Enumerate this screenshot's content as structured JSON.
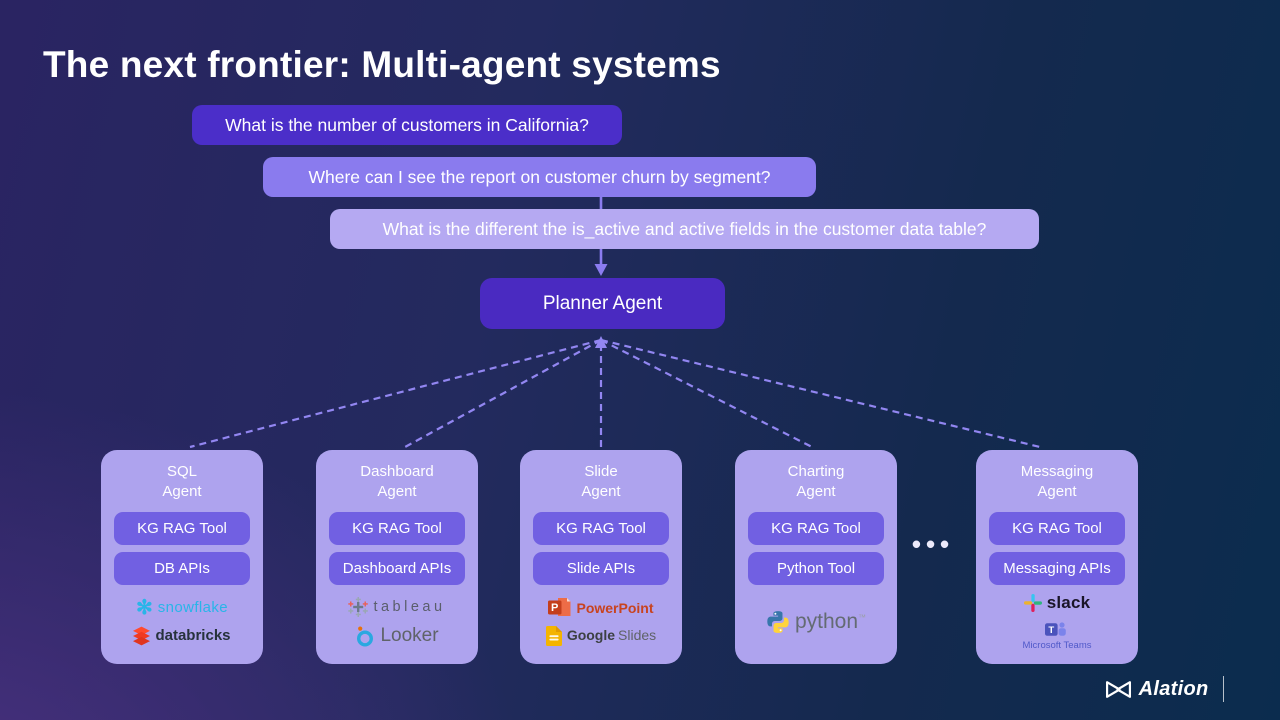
{
  "slide": {
    "title": "The next frontier: Multi-agent systems"
  },
  "questions": [
    "What is the number of customers in California?",
    "Where can I see the report on customer churn by segment?",
    "What is the different the is_active and active fields in the customer data table?"
  ],
  "planner": {
    "label": "Planner Agent"
  },
  "agents": [
    {
      "title": "SQL\nAgent",
      "tools": [
        "KG RAG Tool",
        "DB APIs"
      ]
    },
    {
      "title": "Dashboard\nAgent",
      "tools": [
        "KG RAG Tool",
        "Dashboard APIs"
      ]
    },
    {
      "title": "Slide\nAgent",
      "tools": [
        "KG RAG Tool",
        "Slide APIs"
      ]
    },
    {
      "title": "Charting\nAgent",
      "tools": [
        "KG RAG Tool",
        "Python Tool"
      ]
    },
    {
      "title": "Messaging\nAgent",
      "tools": [
        "KG RAG Tool",
        "Messaging APIs"
      ]
    }
  ],
  "more_agents": "•••",
  "logos": {
    "snowflake": "snowflake",
    "snowflake_glyph": "✻",
    "databricks": "databricks",
    "tableau": "tableau",
    "looker": "Looker",
    "powerpoint": "PowerPoint",
    "google_word": "Google",
    "slides_word": "Slides",
    "python": "python",
    "python_tm": "™",
    "slack": "slack",
    "ms_teams": "Microsoft Teams"
  },
  "brand": {
    "name": "Alation"
  },
  "colors": {
    "background_left": "#3a2766",
    "background_right": "#0a2c4e",
    "question_dark": "#4b2ec9",
    "question_mid": "#8a7bee",
    "question_light": "#b5a9f2",
    "planner_box": "#4a2ac1",
    "agent_card": "#aea3ee",
    "tool_chip": "#7160e2",
    "connector": "#9286f1",
    "snowflake": "#29b5e8",
    "databricks": "#ff3621",
    "tableau_gray": "#5a5e6b",
    "looker_blue": "#2aa8e0",
    "powerpoint": "#c43e1c",
    "google_slides_yellow": "#f4b400",
    "python_blue": "#3776ab",
    "python_yellow": "#ffd43b",
    "slack_text": "#1a1528",
    "teams_purple": "#5059c9",
    "title_text": "#ffffff"
  }
}
